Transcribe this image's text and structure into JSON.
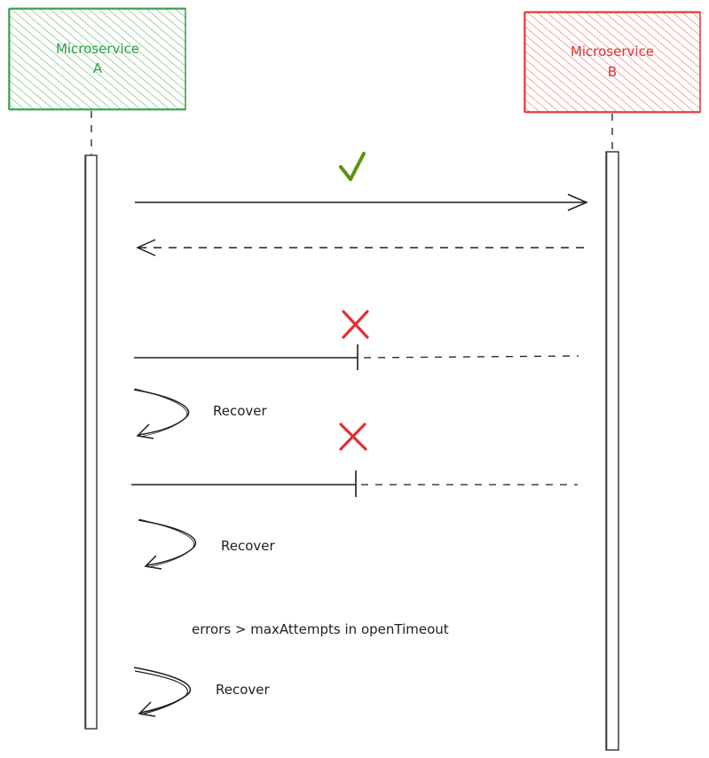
{
  "colors": {
    "service_a": "#2f9e44",
    "service_a_fill": "#b2f2bb",
    "service_b": "#e03131",
    "service_b_fill": "#ffc9c9",
    "success": "#5c940d",
    "failure": "#e03131",
    "ink": "#1e1e1e"
  },
  "service_a": {
    "line1": "Microservice",
    "line2": "A"
  },
  "service_b": {
    "line1": "Microservice",
    "line2": "B"
  },
  "messages": [
    {
      "from": "service_a",
      "to": "service_b",
      "style": "solid",
      "status": "success",
      "status_icon": "check-icon"
    },
    {
      "from": "service_b",
      "to": "service_a",
      "style": "dashed",
      "status": "response"
    },
    {
      "from": "service_a",
      "to": "service_b",
      "style": "solid-then-dashed",
      "status": "failed",
      "status_icon": "cross-icon"
    },
    {
      "from": "service_a",
      "to": "service_b",
      "style": "solid-then-dashed",
      "status": "failed",
      "status_icon": "cross-icon"
    }
  ],
  "recover_labels": [
    "Recover",
    "Recover",
    "Recover"
  ],
  "condition_note": "errors > maxAttempts in openTimeout"
}
